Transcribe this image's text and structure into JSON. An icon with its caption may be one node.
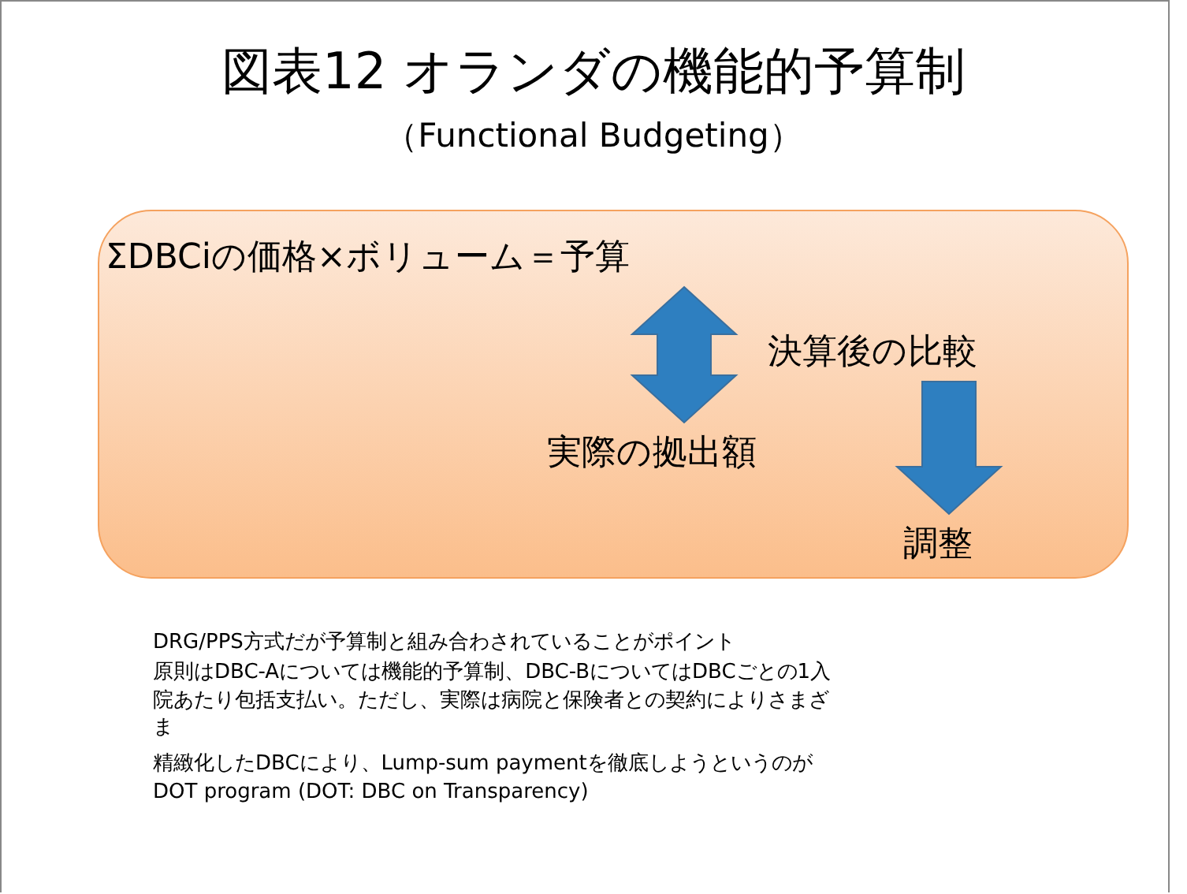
{
  "diagram": {
    "title": "図表12 オランダの機能的予算制",
    "nodes": [
      {
        "text": [],
        "shape": "box"
      },
      {
        "text": [
          "ΣDBCiの価格×ボリューム＝予算"
        ],
        "in": 0
      },
      {
        "text": [
          "実際の拠出額"
        ],
        "in": 0
      },
      {
        "text": [
          "決算後の比較"
        ],
        "in": 0
      },
      {
        "text": [
          "調整"
        ],
        "in": 0
      }
    ],
    "edges": [
      {
        "from": 1,
        "to": 2,
        "arrow": "both"
      },
      {
        "from": 3,
        "to": 4,
        "arrow": "to"
      }
    ],
    "labels": [
      "（Functional Budgeting）",
      "DRG/PPS方式だが予算制と組み合わされていることがポイント",
      "原則はDBC-Aについては機能的予算制、DBC-BについてはDBCごとの1入院あたり包括支払い。ただし、実際は病院と保険者との契約によりさまざま",
      "精緻化したDBCにより、Lump-sum paymentを徹底しようというのが DOT program (DOT: DBC on Transparency)"
    ]
  }
}
